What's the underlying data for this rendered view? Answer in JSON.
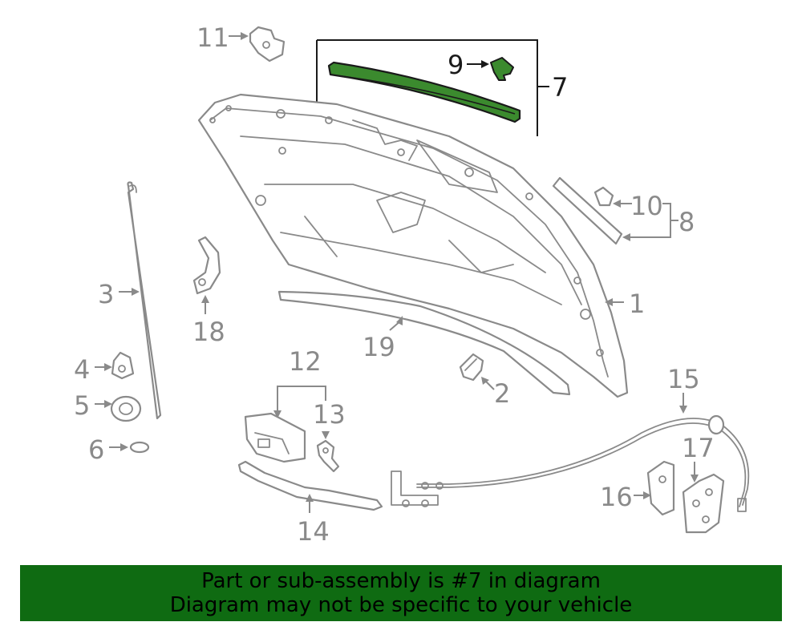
{
  "colors": {
    "highlight_part": "#3b8a2e",
    "banner_bg": "#0f6b12",
    "banner_text": "#000000",
    "line": "#8a8a8a",
    "highlight_line": "#1a1a1a"
  },
  "callouts": {
    "c1": "1",
    "c2": "2",
    "c3": "3",
    "c4": "4",
    "c5": "5",
    "c6": "6",
    "c7": "7",
    "c8": "8",
    "c9": "9",
    "c10": "10",
    "c11": "11",
    "c12": "12",
    "c13": "13",
    "c14": "14",
    "c15": "15",
    "c16": "16",
    "c17": "17",
    "c18": "18",
    "c19": "19"
  },
  "banner": {
    "line1": "Part or sub-assembly is #7 in diagram",
    "line2": "Diagram may not be specific to your vehicle"
  }
}
